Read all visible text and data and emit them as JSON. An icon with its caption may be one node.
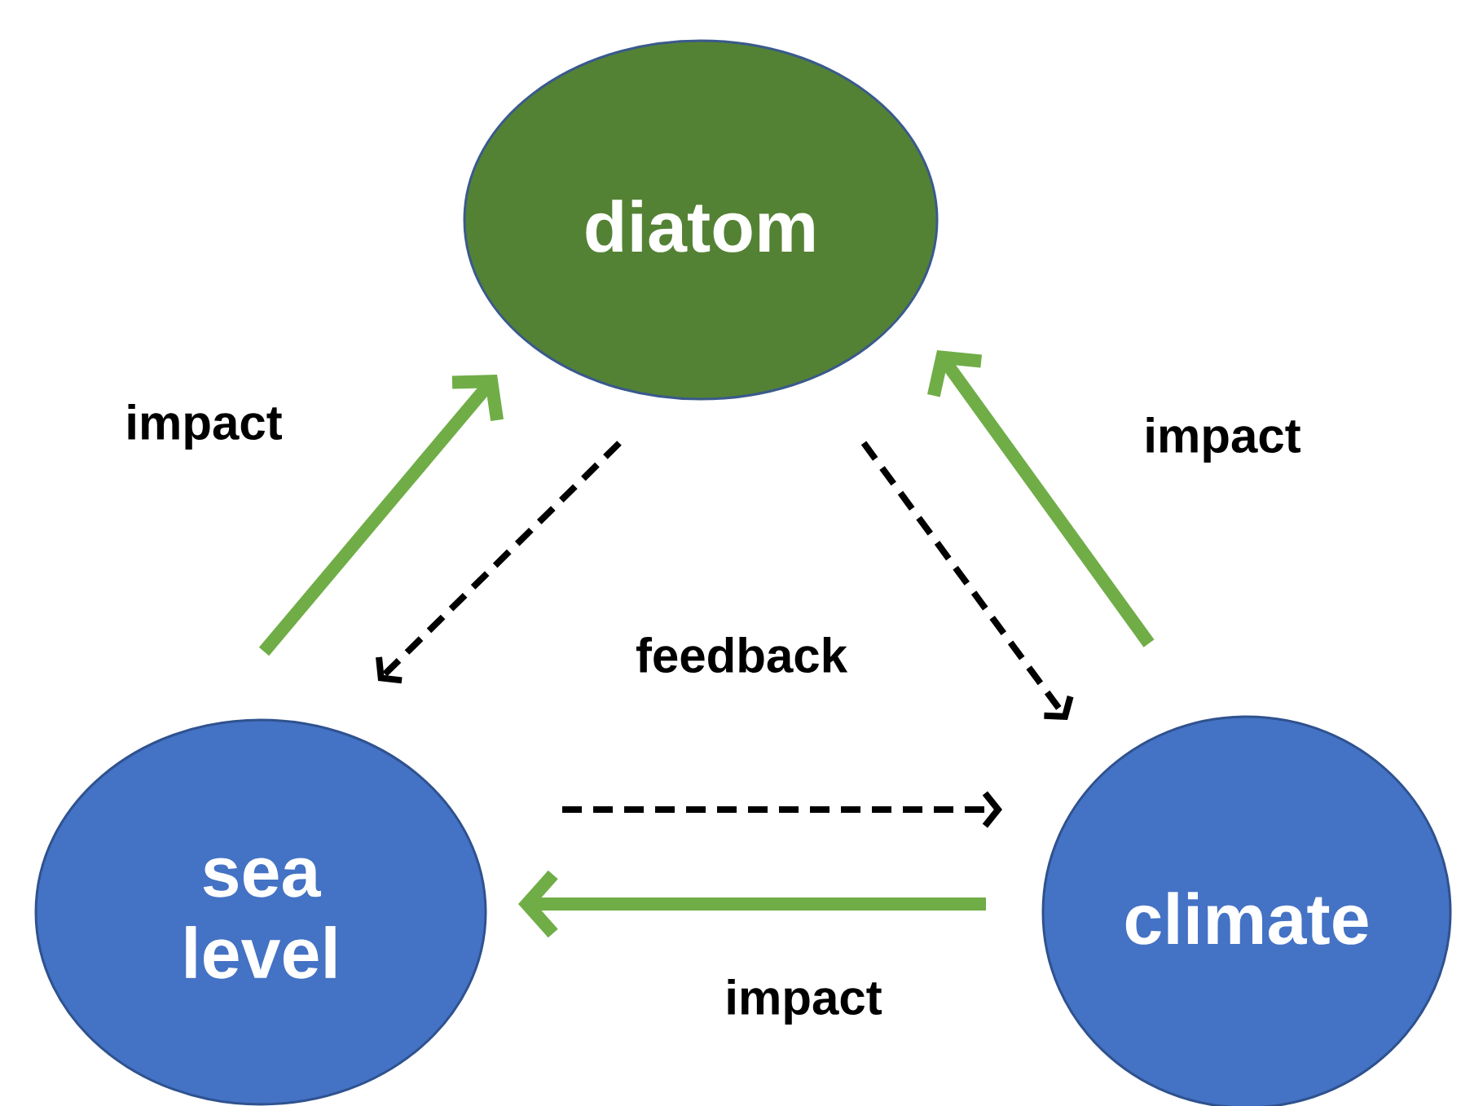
{
  "diagram": {
    "nodes": [
      {
        "text": [
          "diatom"
        ]
      },
      {
        "text": [
          "sea level"
        ]
      },
      {
        "text": [
          "climate"
        ]
      }
    ],
    "edges": [
      {
        "from": 1,
        "to": 0,
        "arrow": "to",
        "label": "impact",
        "style": "thick",
        "color": "#70ad47"
      },
      {
        "from": 0,
        "to": 1,
        "arrow": "to",
        "style": "dashed",
        "color": "#000000"
      },
      {
        "from": 0,
        "to": 2,
        "arrow": "to",
        "style": "dashed",
        "color": "#000000"
      },
      {
        "from": 2,
        "to": 0,
        "arrow": "to",
        "label": "impact",
        "style": "thick",
        "color": "#70ad47"
      },
      {
        "from": 1,
        "to": 2,
        "arrow": "to",
        "style": "dashed",
        "color": "#000000"
      },
      {
        "from": 2,
        "to": 1,
        "arrow": "to",
        "label": "impact",
        "style": "thick",
        "color": "#70ad47"
      }
    ],
    "labels": [
      "feedback"
    ]
  }
}
